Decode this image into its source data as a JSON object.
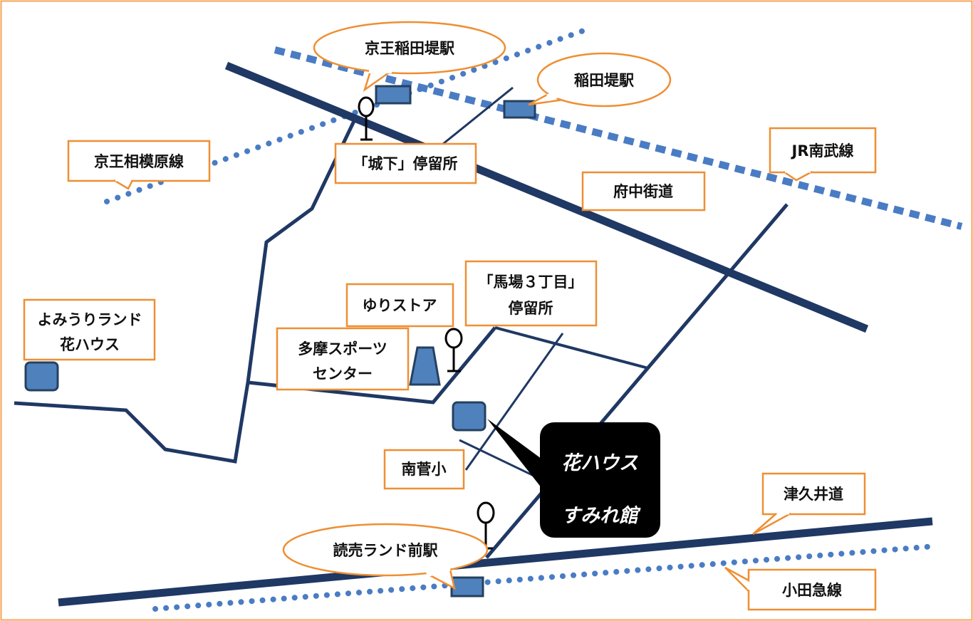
{
  "colors": {
    "frame": "#f5a45a",
    "road": "#1f3864",
    "rail": "#4a7cc4",
    "station_fill": "#4f81bd",
    "station_stroke": "#24415f",
    "label_border": "#ee8f33",
    "callout_fill": "#000000",
    "callout_text": "#ffffff",
    "pin": "#000000"
  },
  "stations": {
    "keio_inadazutsumi": "京王稲田堤駅",
    "inadazutsumi": "稲田堤駅",
    "yomiuriland_mae": "読売ランド前駅"
  },
  "rail_lines": {
    "jr_nambu": "JR南武線",
    "keio_sagamihara": "京王相模原線",
    "odakyu": "小田急線"
  },
  "roads": {
    "fuchu_kaido": "府中街道",
    "tsukui_michi": "津久井道"
  },
  "bus_stops": {
    "shiroshita": "「城下」停留所",
    "baba_3chome_line1": "「馬場３丁目」",
    "baba_3chome_line2": "停留所"
  },
  "landmarks": {
    "yuri_store": "ゆりストア",
    "tama_sports_line1": "多摩スポーツ",
    "tama_sports_line2": "センター",
    "minami_suge_elementary": "南菅小",
    "yomiuriland_hanahouse_line1": "よみうりランド",
    "yomiuriland_hanahouse_line2": "花ハウス"
  },
  "destination": {
    "line1": "花ハウス",
    "line2": "すみれ館"
  },
  "icons": {
    "bus_stop": "bus-stop-pin-icon",
    "station": "station-marker-icon",
    "building": "building-marker-icon",
    "sports_center": "trapezoid-building-icon"
  }
}
